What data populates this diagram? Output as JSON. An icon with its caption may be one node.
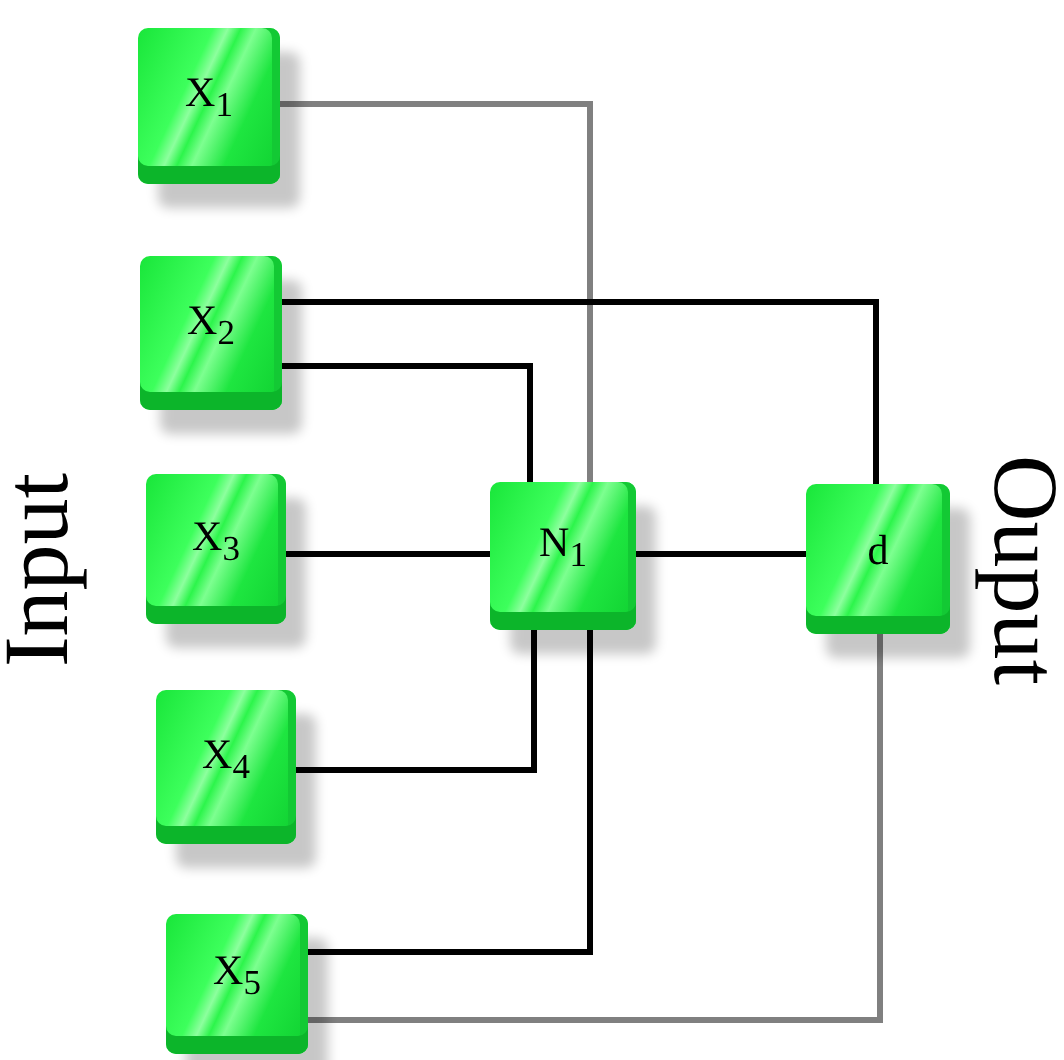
{
  "diagram": {
    "nodes": [
      {
        "text": [
          "X$_{1}$"
        ]
      },
      {
        "text": [
          "X$_{2}$"
        ]
      },
      {
        "text": [
          "X$_{3}$"
        ]
      },
      {
        "text": [
          "X$_{4}$"
        ]
      },
      {
        "text": [
          "X$_{5}$"
        ]
      },
      {
        "text": [
          "N$_{1}$"
        ]
      },
      {
        "text": [
          "d"
        ]
      }
    ],
    "edges": [
      {
        "from": 0,
        "to": 5,
        "arrow": "none",
        "color": "#808080"
      },
      {
        "from": 1,
        "to": 6,
        "arrow": "none"
      },
      {
        "from": 1,
        "to": 5,
        "arrow": "none"
      },
      {
        "from": 2,
        "to": 5,
        "arrow": "none"
      },
      {
        "from": 3,
        "to": 5,
        "arrow": "none"
      },
      {
        "from": 4,
        "to": 5,
        "arrow": "none"
      },
      {
        "from": 5,
        "to": 6,
        "arrow": "none"
      },
      {
        "from": 4,
        "to": 6,
        "arrow": "none",
        "color": "#808080"
      }
    ],
    "labels": [
      "Input",
      "Ouput"
    ]
  }
}
